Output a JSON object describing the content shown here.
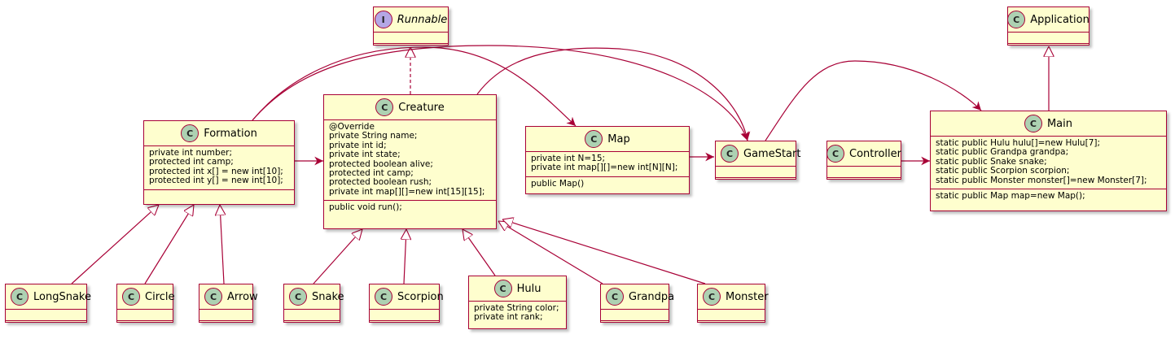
{
  "runnable": {
    "name": "Runnable",
    "badge": "I"
  },
  "application": {
    "name": "Application",
    "badge": "C"
  },
  "formation": {
    "name": "Formation",
    "badge": "C",
    "fields": [
      "private int number;",
      "protected int camp;",
      "protected int x[] = new int[10];",
      "protected int y[] = new int[10];"
    ]
  },
  "creature": {
    "name": "Creature",
    "badge": "C",
    "fields": [
      "@Override",
      "private String name;",
      "private int id;",
      "private int state;",
      "protected boolean alive;",
      "protected int camp;",
      "protected boolean rush;",
      "private int map[][]=new int[15][15];"
    ],
    "methods": [
      "public void run();"
    ]
  },
  "map": {
    "name": "Map",
    "badge": "C",
    "fields": [
      "private int N=15;",
      "private int map[][]=new int[N][N];"
    ],
    "methods": [
      "public Map()"
    ]
  },
  "gamestart": {
    "name": "GameStart",
    "badge": "C"
  },
  "controller": {
    "name": "Controller",
    "badge": "C"
  },
  "main": {
    "name": "Main",
    "badge": "C",
    "fields": [
      "static public Hulu hulu[]=new Hulu[7];",
      "static public Grandpa grandpa;",
      "static public Snake snake;",
      "static public Scorpion scorpion;",
      "static public Monster monster[]=new Monster[7];"
    ],
    "methods": [
      "static public Map map=new Map();"
    ]
  },
  "longsnake": {
    "name": "LongSnake",
    "badge": "C"
  },
  "circle": {
    "name": "Circle",
    "badge": "C"
  },
  "arrow": {
    "name": "Arrow",
    "badge": "C"
  },
  "snake": {
    "name": "Snake",
    "badge": "C"
  },
  "scorpion": {
    "name": "Scorpion",
    "badge": "C"
  },
  "hulu": {
    "name": "Hulu",
    "badge": "C",
    "fields": [
      "private String color;",
      "private int rank;"
    ]
  },
  "grandpa": {
    "name": "Grandpa",
    "badge": "C"
  },
  "monster": {
    "name": "Monster",
    "badge": "C"
  },
  "colors": {
    "border": "#a80036",
    "fill": "#fefece",
    "classBadge": "#add1b2",
    "interfaceBadge": "#b4a7e5"
  }
}
